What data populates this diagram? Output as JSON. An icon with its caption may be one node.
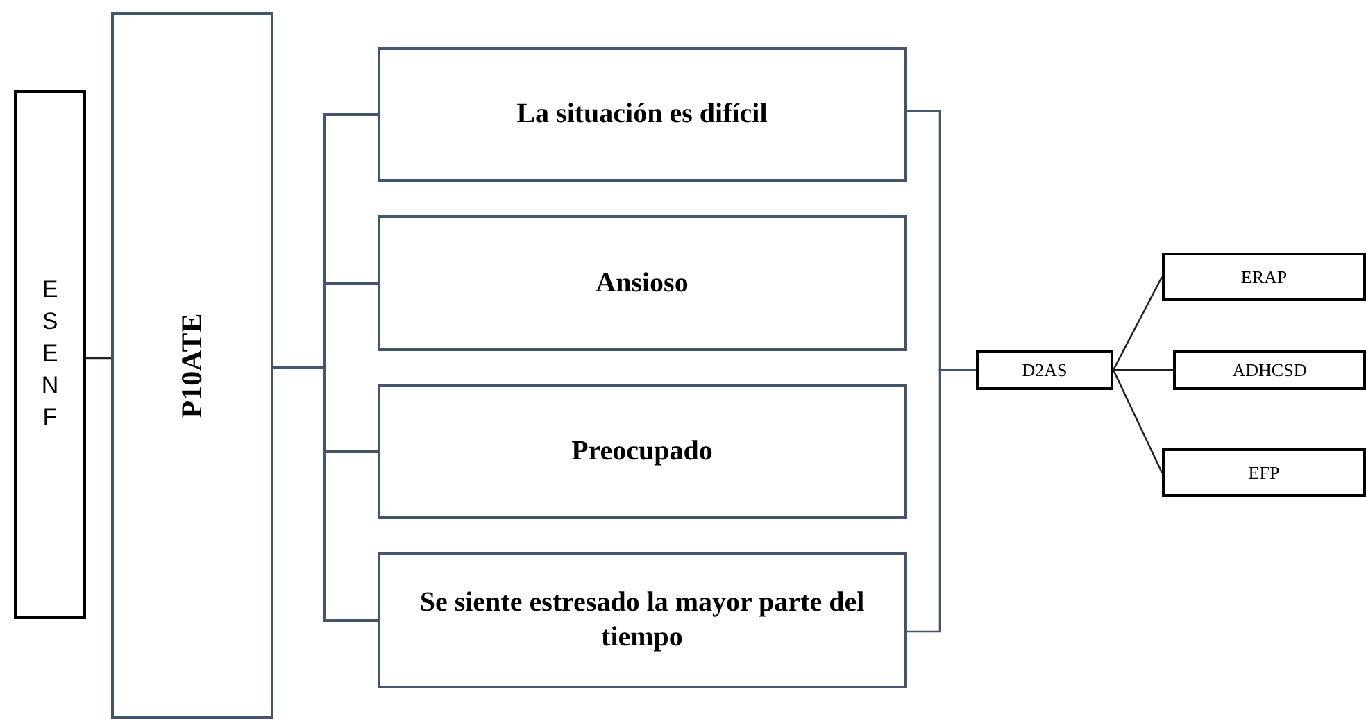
{
  "diagram": {
    "nodes": [
      {
        "text": [
          "ESENF"
        ]
      },
      {
        "text": [
          "P10ATE"
        ]
      },
      {
        "text": [
          "La situación es difícil"
        ]
      },
      {
        "text": [
          "Ansioso"
        ]
      },
      {
        "text": [
          "Preocupado"
        ]
      },
      {
        "text": [
          "Se siente estresado la mayor parte del tiempo"
        ]
      },
      {
        "text": [
          "D2AS"
        ]
      },
      {
        "text": [
          "ERAP"
        ]
      },
      {
        "text": [
          "ADHCSD"
        ]
      },
      {
        "text": [
          "EFP"
        ]
      }
    ],
    "edges": [
      {
        "from": 0,
        "to": 1,
        "arrow": "none"
      },
      {
        "from": 1,
        "to": 2,
        "arrow": "none"
      },
      {
        "from": 1,
        "to": 3,
        "arrow": "none"
      },
      {
        "from": 1,
        "to": 4,
        "arrow": "none"
      },
      {
        "from": 1,
        "to": 5,
        "arrow": "none"
      },
      {
        "from": 2,
        "to": 6,
        "arrow": "none"
      },
      {
        "from": 5,
        "to": 6,
        "arrow": "none"
      },
      {
        "from": 6,
        "to": 7,
        "arrow": "none"
      },
      {
        "from": 6,
        "to": 8,
        "arrow": "none"
      },
      {
        "from": 6,
        "to": 9,
        "arrow": "none"
      }
    ]
  }
}
